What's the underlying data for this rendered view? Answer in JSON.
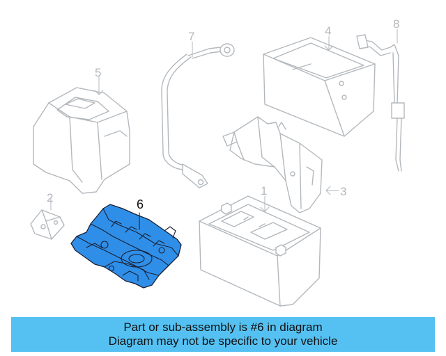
{
  "callouts": {
    "part1": "1",
    "part2": "2",
    "part3": "3",
    "part4": "4",
    "part5": "5",
    "part6": "6",
    "part7": "7",
    "part8": "8"
  },
  "highlight_part": "6",
  "colors": {
    "highlight_fill": "#2f8fe8",
    "outline_gray": "#b3b8bd",
    "banner_bg": "#55c1f2"
  },
  "banner": {
    "line1": "Part or sub-assembly is #6 in diagram",
    "line2": "Diagram may not be specific to your vehicle"
  }
}
